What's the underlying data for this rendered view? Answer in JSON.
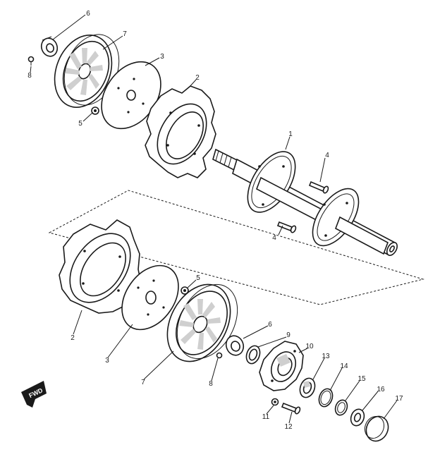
{
  "diagram": {
    "callouts": {
      "c6a": "6",
      "c7a": "7",
      "c8a": "8",
      "c3a": "3",
      "c2a": "2",
      "c5a": "5",
      "c1": "1",
      "c4a": "4",
      "c4b": "4",
      "c5b": "5",
      "c6b": "6",
      "c9": "9",
      "c10": "10",
      "c2b": "2",
      "c3b": "3",
      "c7b": "7",
      "c8b": "8",
      "c13": "13",
      "c14": "14",
      "c15": "15",
      "c16": "16",
      "c17": "17",
      "c11": "11",
      "c12": "12"
    },
    "direction_badge": "FWD"
  }
}
